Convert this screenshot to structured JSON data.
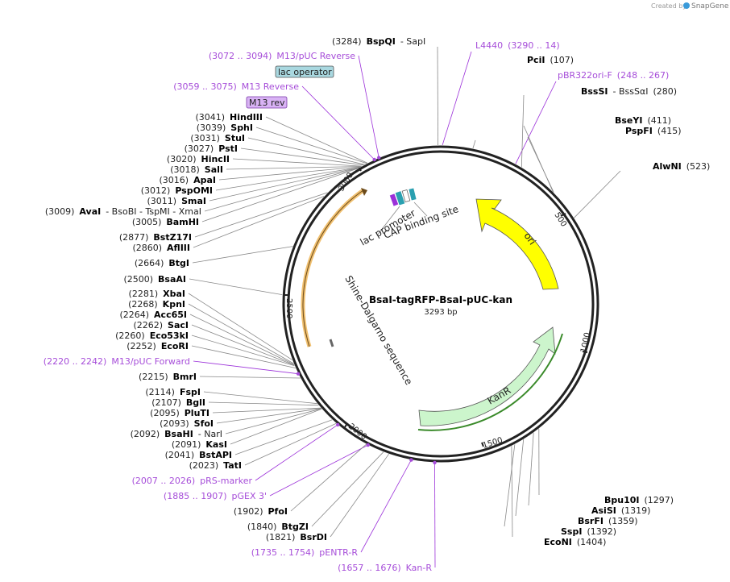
{
  "watermark": {
    "prefix": "Created by",
    "brand": "SnapGene"
  },
  "plasmid": {
    "name": "BsaI-tagRFP-BsaI-pUC-kan",
    "length_label": "3293 bp",
    "length": 3293
  },
  "tick_labels": [
    "500",
    "1000",
    "1500",
    "2000",
    "2500",
    "3000"
  ],
  "features": {
    "ori": "ori",
    "kanr": "KanR",
    "shine": "Shine-Dalgarno sequence",
    "lac_promoter": "lac promoter",
    "cap": "CAP binding site"
  },
  "boxed": {
    "lac_operator": "lac operator",
    "m13_rev": "M13 rev"
  },
  "right_sites": [
    {
      "pos": "(3284)",
      "name": "BspQI",
      "extra": "- SapI"
    },
    {
      "name": "L4440",
      "pos": "(3290 .. 14)",
      "primer": true
    },
    {
      "name": "PciI",
      "pos": "(107)"
    },
    {
      "name": "pBR322ori-F",
      "pos": "(248 .. 267)",
      "primer": true
    },
    {
      "name": "BssSI",
      "extra": "- BssSαI",
      "pos": "(280)"
    },
    {
      "name": "BseYI",
      "pos": "(411)"
    },
    {
      "name": "PspFI",
      "pos": "(415)"
    },
    {
      "name": "AlwNI",
      "pos": "(523)"
    },
    {
      "name": "Bpu10I",
      "pos": "(1297)"
    },
    {
      "name": "AsiSI",
      "pos": "(1319)"
    },
    {
      "name": "BsrFI",
      "pos": "(1359)"
    },
    {
      "name": "SspI",
      "pos": "(1392)"
    },
    {
      "name": "EcoNI",
      "pos": "(1404)"
    }
  ],
  "left_sites": [
    {
      "pos": "(3072 .. 3094)",
      "name": "M13/pUC Reverse",
      "primer": true
    },
    {
      "pos": "(3059 .. 3075)",
      "name": "M13 Reverse",
      "primer": true
    },
    {
      "pos": "(3041)",
      "name": "HindIII"
    },
    {
      "pos": "(3039)",
      "name": "SphI"
    },
    {
      "pos": "(3031)",
      "name": "StuI"
    },
    {
      "pos": "(3027)",
      "name": "PstI"
    },
    {
      "pos": "(3020)",
      "name": "HincII"
    },
    {
      "pos": "(3018)",
      "name": "SalI"
    },
    {
      "pos": "(3016)",
      "name": "ApaI"
    },
    {
      "pos": "(3012)",
      "name": "PspOMI"
    },
    {
      "pos": "(3011)",
      "name": "SmaI"
    },
    {
      "pos": "(3009)",
      "name": "AvaI",
      "extra": "- BsoBI - TspMI - XmaI"
    },
    {
      "pos": "(3005)",
      "name": "BamHI"
    },
    {
      "pos": "(2877)",
      "name": "BstZ17I"
    },
    {
      "pos": "(2860)",
      "name": "AflIII"
    },
    {
      "pos": "(2664)",
      "name": "BtgI"
    },
    {
      "pos": "(2500)",
      "name": "BsaAI"
    },
    {
      "pos": "(2281)",
      "name": "XbaI"
    },
    {
      "pos": "(2268)",
      "name": "KpnI"
    },
    {
      "pos": "(2264)",
      "name": "Acc65I"
    },
    {
      "pos": "(2262)",
      "name": "SacI"
    },
    {
      "pos": "(2260)",
      "name": "Eco53kI"
    },
    {
      "pos": "(2252)",
      "name": "EcoRI"
    },
    {
      "pos": "(2220 .. 2242)",
      "name": "M13/pUC Forward",
      "primer": true
    },
    {
      "pos": "(2215)",
      "name": "BmrI"
    },
    {
      "pos": "(2114)",
      "name": "FspI"
    },
    {
      "pos": "(2107)",
      "name": "BglI"
    },
    {
      "pos": "(2095)",
      "name": "PluTI"
    },
    {
      "pos": "(2093)",
      "name": "SfoI"
    },
    {
      "pos": "(2092)",
      "name": "BsaHI",
      "extra": "- NarI"
    },
    {
      "pos": "(2091)",
      "name": "KasI"
    },
    {
      "pos": "(2041)",
      "name": "BstAPI"
    },
    {
      "pos": "(2023)",
      "name": "TatI"
    },
    {
      "pos": "(2007 .. 2026)",
      "name": "pRS-marker",
      "primer": true
    },
    {
      "pos": "(1885 .. 1907)",
      "name": "pGEX 3'",
      "primer": true
    },
    {
      "pos": "(1902)",
      "name": "PfoI"
    },
    {
      "pos": "(1840)",
      "name": "BtgZI"
    },
    {
      "pos": "(1821)",
      "name": "BsrDI"
    },
    {
      "pos": "(1735 .. 1754)",
      "name": "pENTR-R",
      "primer": true
    },
    {
      "pos": "(1657 .. 1676)",
      "name": "Kan-R",
      "primer": true
    }
  ],
  "colors": {
    "ori": "#ffff00",
    "kanr": "#ccf5cc",
    "primer": "#a64dd9",
    "lac_operator": "#a9d8e0",
    "m13_rev": "#d9b3f5",
    "orf": "#f0c070"
  }
}
